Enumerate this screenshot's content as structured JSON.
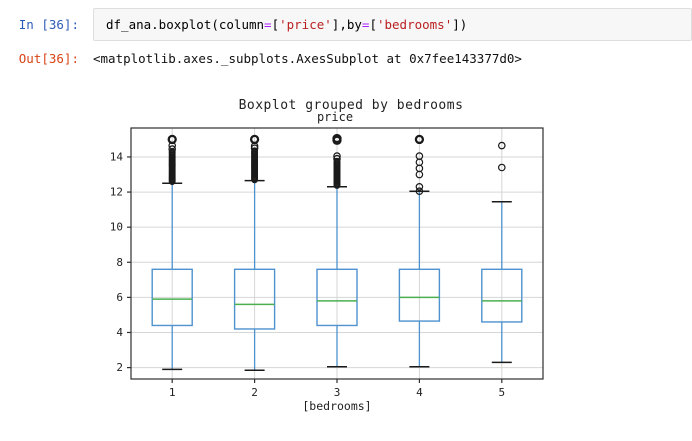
{
  "notebook": {
    "input": {
      "prompt": "In [36]:",
      "code_segments": [
        {
          "text": "df_ana.boxplot(column",
          "type": "plain"
        },
        {
          "text": "=",
          "type": "operator"
        },
        {
          "text": "[",
          "type": "plain"
        },
        {
          "text": "'price'",
          "type": "string"
        },
        {
          "text": "],by",
          "type": "plain"
        },
        {
          "text": "=",
          "type": "operator"
        },
        {
          "text": "[",
          "type": "plain"
        },
        {
          "text": "'bedrooms'",
          "type": "string"
        },
        {
          "text": "])",
          "type": "plain"
        }
      ]
    },
    "output": {
      "prompt": "Out[36]:",
      "repr": "<matplotlib.axes._subplots.AxesSubplot at 0x7fee143377d0>"
    }
  },
  "colors": {
    "in_prompt": "#2c5bb8",
    "out_prompt": "#d84315",
    "code_string": "#ba2121",
    "code_operator": "#aa22ff",
    "input_bg": "#f7f7f7",
    "input_border": "#dedede",
    "box": "#4e92cf",
    "whisker": "#4e92cf",
    "median": "#4baf50",
    "cap": "#1a1a1a",
    "flier": "#1a1a1a",
    "grid": "#d6d6d6",
    "spine": "#2e2e2e",
    "label": "#1f1f1f"
  },
  "chart_data": {
    "type": "boxplot",
    "title": "Boxplot grouped by bedrooms",
    "subtitle": "price",
    "xlabel": "[bedrooms]",
    "ylabel": "",
    "categories": [
      "1",
      "2",
      "3",
      "4",
      "5"
    ],
    "yticks": [
      2,
      4,
      6,
      8,
      10,
      12,
      14
    ],
    "ylim": [
      1.35,
      15.65
    ],
    "grid": true,
    "legend": false,
    "series": [
      {
        "category": "1",
        "whisker_low": 1.9,
        "q1": 4.4,
        "median": 5.9,
        "q3": 7.6,
        "whisker_high": 12.5,
        "outlier_cluster": [
          12.55,
          14.3
        ],
        "outliers": [
          14.45,
          14.65,
          15.0
        ]
      },
      {
        "category": "2",
        "whisker_low": 1.85,
        "q1": 4.2,
        "median": 5.6,
        "q3": 7.6,
        "whisker_high": 12.65,
        "outlier_cluster": [
          12.7,
          14.35
        ],
        "outliers": [
          14.5,
          14.62,
          15.0
        ]
      },
      {
        "category": "3",
        "whisker_low": 2.05,
        "q1": 4.4,
        "median": 5.8,
        "q3": 7.6,
        "whisker_high": 12.3,
        "outlier_cluster": [
          12.35,
          13.75
        ],
        "outliers": [
          13.9,
          14.05,
          14.95,
          15.05
        ]
      },
      {
        "category": "4",
        "whisker_low": 2.05,
        "q1": 4.65,
        "median": 6.0,
        "q3": 7.6,
        "whisker_high": 12.05,
        "outlier_cluster": null,
        "outliers": [
          12.05,
          12.3,
          13.0,
          13.35,
          13.7,
          14.05,
          15.0
        ]
      },
      {
        "category": "5",
        "whisker_low": 2.3,
        "q1": 4.6,
        "median": 5.8,
        "q3": 7.6,
        "whisker_high": 11.45,
        "outlier_cluster": null,
        "outliers": [
          13.4,
          14.65
        ]
      }
    ]
  }
}
